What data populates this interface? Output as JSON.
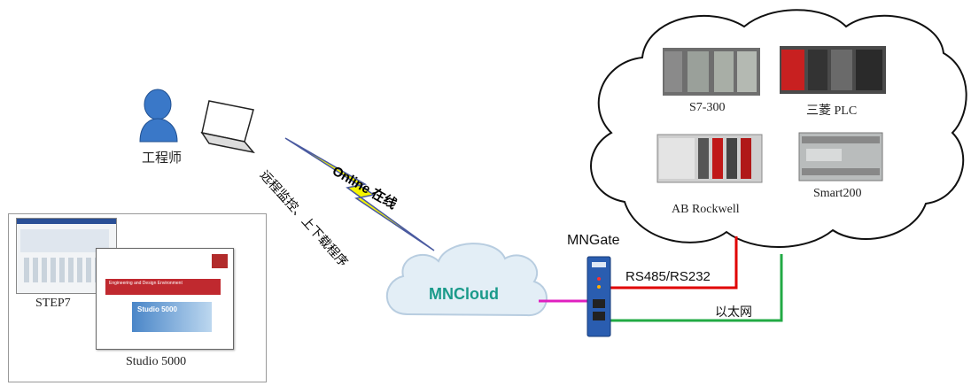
{
  "engineer": {
    "label": "工程师"
  },
  "link": {
    "online_label": "Online 在线",
    "remote_label": "远程监控、上下载程序"
  },
  "cloud": {
    "label": "MNCloud"
  },
  "gateway": {
    "label": "MNGate",
    "serial_label": "RS485/RS232",
    "ethernet_label": "以太网"
  },
  "software": {
    "step7_label": "STEP7",
    "studio_label": "Studio 5000",
    "studio_splash_title": "Studio 5000",
    "studio_splash_subtitle": "Engineering and Design Environment"
  },
  "plcs": [
    {
      "label": "S7-300"
    },
    {
      "label": "三菱 PLC"
    },
    {
      "label": "AB Rockwell"
    },
    {
      "label": "Smart200"
    }
  ],
  "colors": {
    "serial_line": "#e00000",
    "ethernet_line": "#22aa44",
    "cloud_link": "#e020c0",
    "cloud_text": "#1a9a8a",
    "cloud_fill": "#e3eef6"
  }
}
